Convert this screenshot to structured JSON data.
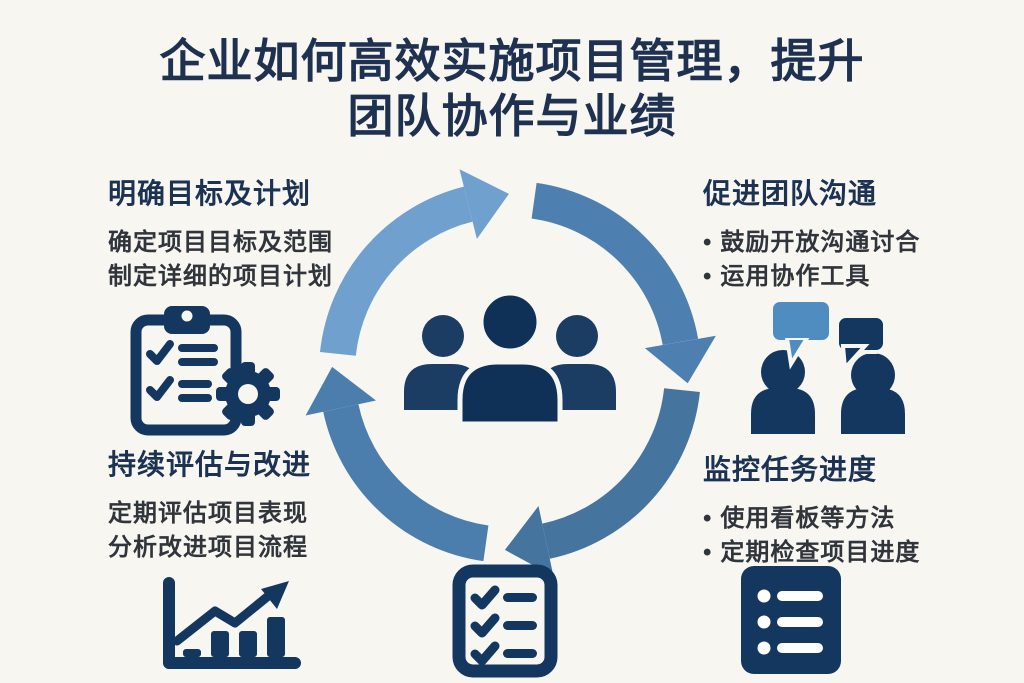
{
  "title": {
    "line1": "企业如何高效实施项目管理，提升",
    "line2": "团队协作与业绩"
  },
  "sections": {
    "top_left": {
      "heading": "明确目标及计划",
      "items": [
        "确定项目目标及范围",
        "制定详细的项目计划"
      ],
      "bulleted": false,
      "icon": "clipboard-gear-icon"
    },
    "top_right": {
      "heading": "促进团队沟通",
      "items": [
        "鼓励开放沟通讨合",
        "运用协作工具"
      ],
      "bulleted": true,
      "icon": "conversation-icon"
    },
    "bottom_left": {
      "heading": "持续评估与改进",
      "items": [
        "定期评估项目表现",
        "分析改进项目流程"
      ],
      "bulleted": false,
      "icon": "growth-chart-icon"
    },
    "bottom_right": {
      "heading": "监控任务进度",
      "items": [
        "使用看板等方法",
        "定期检查项目进度"
      ],
      "bulleted": true,
      "icon": "task-list-icon"
    }
  },
  "center": {
    "icon": "team-icon",
    "diagram": "four-arrow-cycle"
  },
  "bottom_icons": [
    "growth-chart-icon",
    "checklist-icon",
    "task-list-icon"
  ],
  "colors": {
    "background": "#f7f6f1",
    "title_navy": "#1e3150",
    "heading_navy": "#1c3252",
    "body_text": "#30343b",
    "arc_light_blue": "#6fa0ce",
    "arc_medium_blue": "#4d80b0",
    "arc_deep_blue": "#45759f",
    "icon_navy": "#14375f",
    "bubble_light_blue": "#4f8cc0"
  }
}
